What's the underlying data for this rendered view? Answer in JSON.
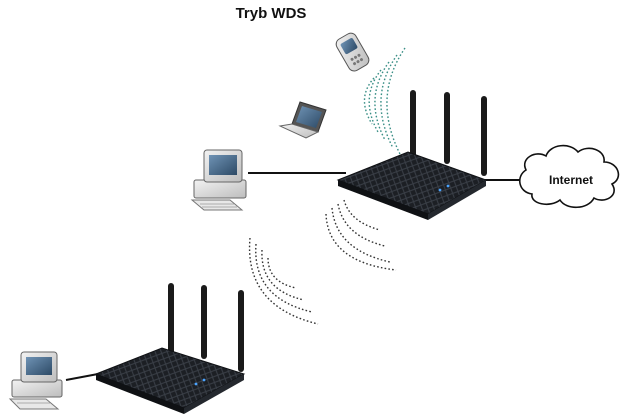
{
  "diagram": {
    "title": "Tryb WDS",
    "cloud_label": "Internet"
  },
  "nodes": [
    {
      "name": "router-main",
      "icon": "router-icon"
    },
    {
      "name": "router-remote",
      "icon": "router-icon"
    },
    {
      "name": "desktop-pc-main",
      "icon": "desktop-computer-icon"
    },
    {
      "name": "desktop-pc-remote",
      "icon": "desktop-computer-icon"
    },
    {
      "name": "laptop",
      "icon": "laptop-icon"
    },
    {
      "name": "phone",
      "icon": "mobile-phone-icon"
    },
    {
      "name": "internet-cloud",
      "icon": "cloud-icon"
    }
  ],
  "colors": {
    "router_body": "#1c1f24",
    "router_pattern": "#3a3f47",
    "device_body": "#dcdcdc",
    "device_screen": "#4a6b8a",
    "wifi_device_waves": "#3a8f86",
    "wds_waves": "#333333",
    "line": "#111111"
  }
}
